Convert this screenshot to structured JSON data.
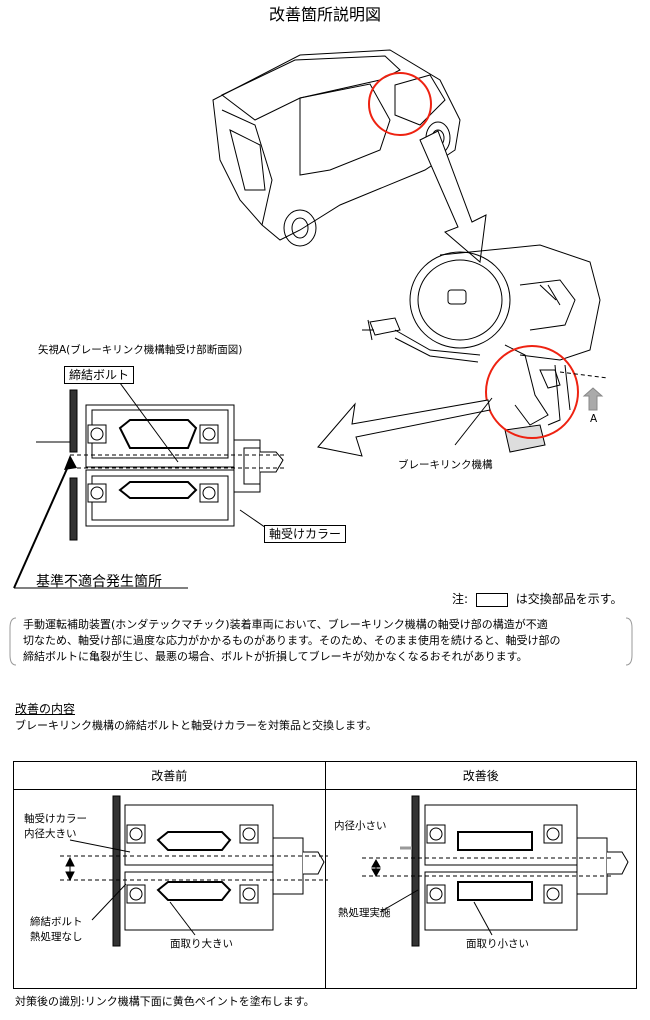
{
  "title": "改善箇所説明図",
  "view_label": "矢視A(ブレーキリンク機構軸受け部断面図)",
  "callouts": {
    "bolt": "締結ボルト",
    "collar": "軸受けカラー",
    "defect_location": "基準不適合発生箇所",
    "brake_link": "ブレーキリンク機構",
    "arrow_a": "A"
  },
  "note": {
    "prefix": "注:",
    "suffix": "は交換部品を示す。"
  },
  "description": {
    "line1": "手動運転補助装置(ホンダテックマチック)装着車両において、ブレーキリンク機構の軸受け部の構造が不適",
    "line2": "切なため、軸受け部に過度な応力がかかるものがあります。そのため、そのまま使用を続けると、軸受け部の",
    "line3": "締結ボルトに亀裂が生じ、最悪の場合、ボルトが折損してブレーキが効かなくなるおそれがあります。"
  },
  "improvement": {
    "heading": "改善の内容",
    "text": "ブレーキリンク機構の締結ボルトと軸受けカラーを対策品と交換します。"
  },
  "comparison": {
    "before": {
      "header": "改善前",
      "collar_label_1": "軸受けカラー",
      "collar_label_2": "内径大きい",
      "bolt_label_1": "締結ボルト",
      "bolt_label_2": "熱処理なし",
      "chamfer_label": "面取り大きい"
    },
    "after": {
      "header": "改善後",
      "diameter_label": "内径小さい",
      "heat_label": "熱処理実施",
      "chamfer_label": "面取り小さい"
    }
  },
  "footer": "対策後の識別:リンク機構下面に黄色ペイントを塗布します。"
}
